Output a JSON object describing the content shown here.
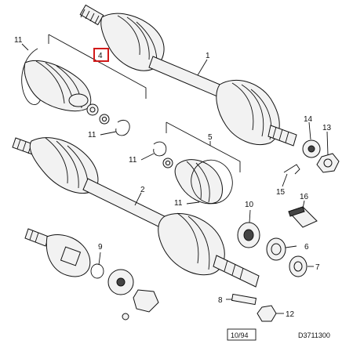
{
  "diagram": {
    "callouts": {
      "c1": "1",
      "c2": "2",
      "c4": "4",
      "c5": "5",
      "c6": "6",
      "c7": "7",
      "c8": "8",
      "c9": "9",
      "c10": "10",
      "c11a": "11",
      "c11b": "11",
      "c11c": "11",
      "c11d": "11",
      "c12": "12",
      "c13": "13",
      "c14": "14",
      "c15": "15",
      "c16": "16"
    },
    "highlight_color": "#d21a1a",
    "date_code": "10/94",
    "ref_code": "D3711300"
  }
}
